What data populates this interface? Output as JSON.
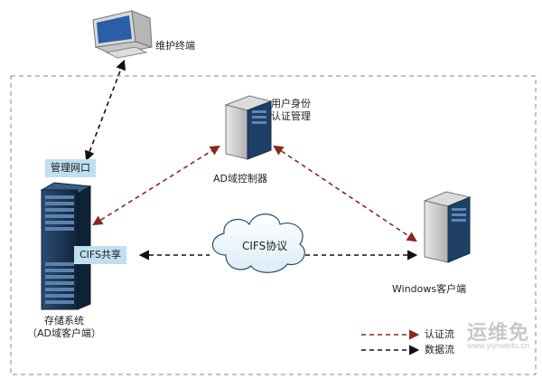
{
  "nodes": {
    "terminal_label": "维护终端",
    "auth_server_label": "用户身份\n认证管理",
    "ad_controller_label": "AD域控制器",
    "mgmt_port_label": "管理网口",
    "cifs_share_label": "CIFS共享",
    "storage_label": "存储系统\n（AD域客户端）",
    "windows_client_label": "Windows客户端",
    "cloud_label": "CIFS协议"
  },
  "legend": {
    "auth_flow": "认证流",
    "data_flow": "数据流"
  },
  "watermark": {
    "brand": "运维免",
    "url": "www.yunweitu.cn"
  },
  "colors": {
    "auth_flow": "#8a2a1c",
    "data_flow": "#111111",
    "tag_bg": "#bfe0f0",
    "server_dark": "#1e3f66"
  }
}
